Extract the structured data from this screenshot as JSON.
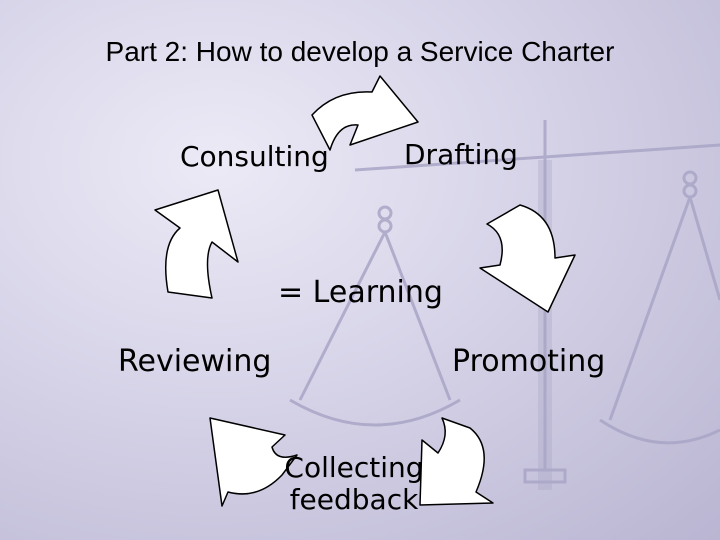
{
  "title": "Part 2: How to develop a Service Charter",
  "stages": {
    "consulting": "Consulting",
    "drafting": "Drafting",
    "promoting": "Promoting",
    "collecting_line1": "Collecting",
    "collecting_line2": "feedback",
    "reviewing": "Reviewing"
  },
  "center_label": "= Learning",
  "colors": {
    "arrow_fill": "#ffffff",
    "arrow_stroke": "#000000",
    "scale_watermark": "#a9a5c6"
  }
}
